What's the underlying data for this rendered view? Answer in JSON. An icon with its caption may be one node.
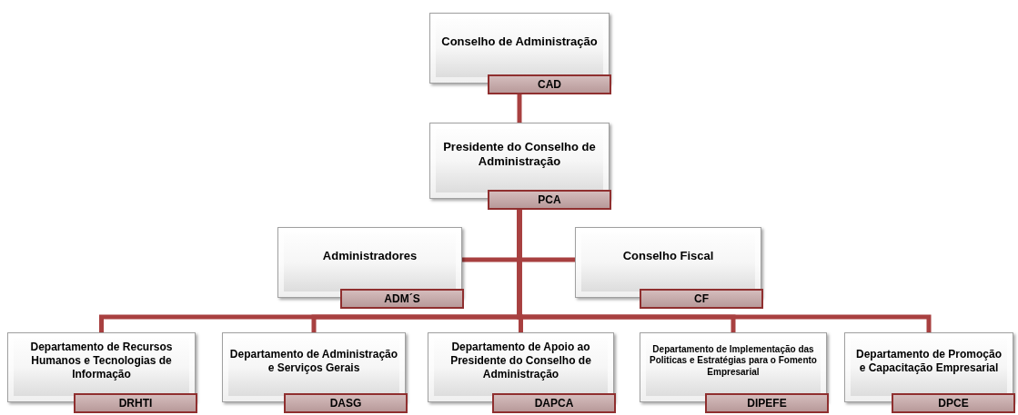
{
  "diagram": {
    "nodes": [
      {
        "text": [
          "Conselho de Administração",
          "CAD"
        ]
      },
      {
        "text": [
          "Presidente do Conselho de Administração",
          "PCA"
        ]
      },
      {
        "text": [
          "Administradores",
          "ADM´S"
        ]
      },
      {
        "text": [
          "Conselho Fiscal",
          "CF"
        ]
      },
      {
        "text": [
          "Departamento de Recursos Humanos e Tecnologias de Informação",
          "DRHTI"
        ]
      },
      {
        "text": [
          "Departamento de Administração e Serviços Gerais",
          "DASG"
        ]
      },
      {
        "text": [
          "Departamento de Apoio ao Presidente do Conselho de Administração",
          "DAPCA"
        ]
      },
      {
        "text": [
          "Departamento de Implementação das Politicas e Estratégias para o Fomento Empresarial",
          "DIPEFE"
        ]
      },
      {
        "text": [
          "Departamento de Promoção e Capacitação Empresarial",
          "DPCE"
        ]
      }
    ],
    "edges": [
      {
        "from": 0,
        "to": 1,
        "arrow": "none"
      },
      {
        "from": 1,
        "to": 2,
        "arrow": "none"
      },
      {
        "from": 1,
        "to": 3,
        "arrow": "none"
      },
      {
        "from": 1,
        "to": 4,
        "arrow": "none"
      },
      {
        "from": 1,
        "to": 5,
        "arrow": "none"
      },
      {
        "from": 1,
        "to": 6,
        "arrow": "none"
      },
      {
        "from": 1,
        "to": 7,
        "arrow": "none"
      },
      {
        "from": 1,
        "to": 8,
        "arrow": "none"
      }
    ]
  }
}
